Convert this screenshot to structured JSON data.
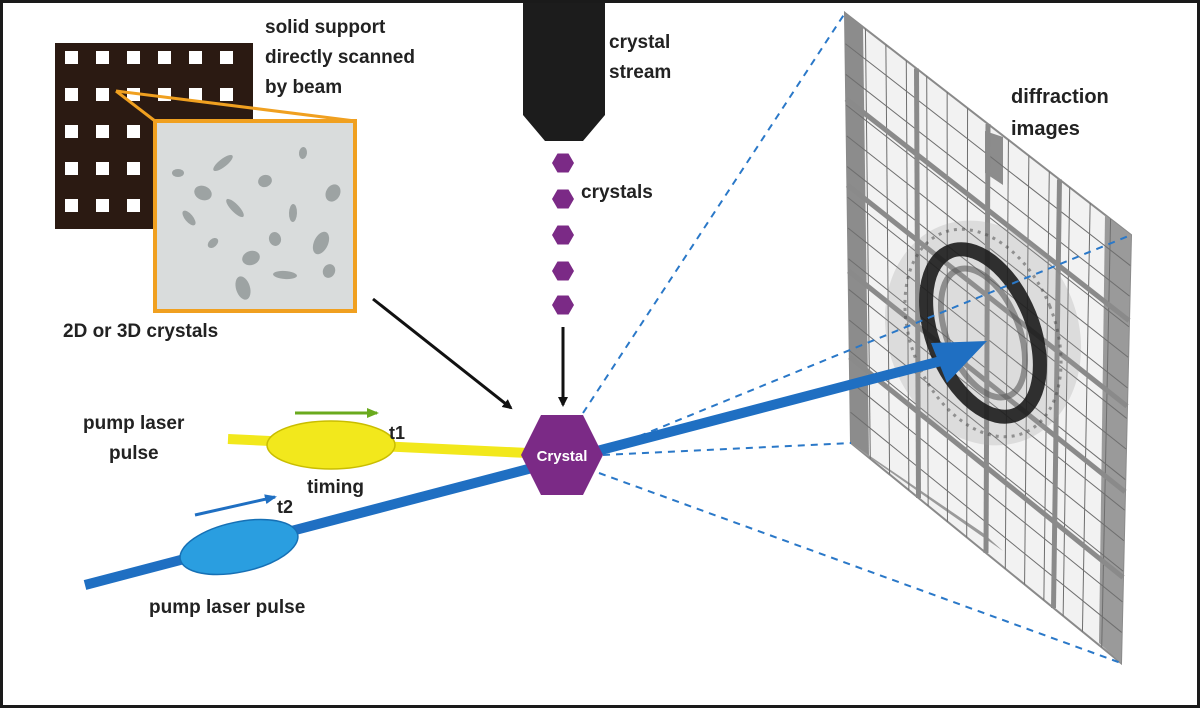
{
  "labels": {
    "solid_support": [
      "solid support",
      "directly scanned",
      "by beam"
    ],
    "crystal_stream": [
      "crystal",
      "stream"
    ],
    "crystals": "crystals",
    "diffraction_images": [
      "diffraction",
      "images"
    ],
    "crystals_2d3d": "2D or 3D crystals",
    "pump_laser_pulse_top": [
      "pump laser",
      "pulse"
    ],
    "t1": "t1",
    "timing": "timing",
    "t2": "t2",
    "pump_laser_pulse_bottom": "pump laser pulse",
    "crystal": "Crystal"
  },
  "colors": {
    "xray_beam": "#1f6fc2",
    "pump_yellow": "#f2e81c",
    "pump_blue": "#2a9ee0",
    "crystal_purple": "#7b2a86",
    "support_orange": "#f0a020",
    "arrow_green": "#6aaa1e",
    "dashed_blue": "#2a78c8"
  }
}
